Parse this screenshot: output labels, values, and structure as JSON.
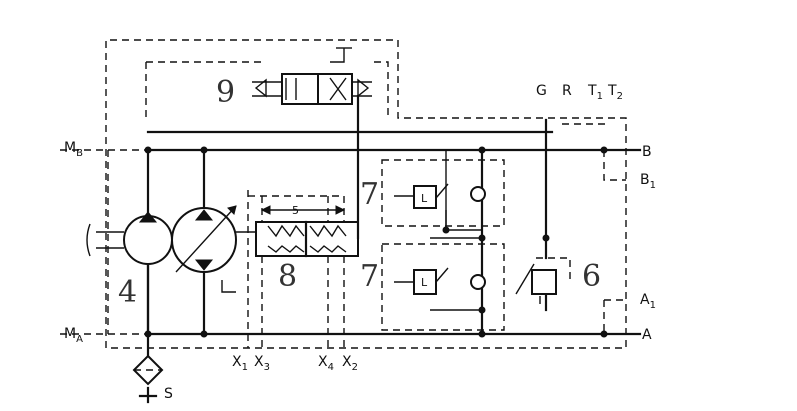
{
  "ports": {
    "mb": {
      "main": "M",
      "sub": "B"
    },
    "ma": {
      "main": "M",
      "sub": "A"
    },
    "b": {
      "main": "B"
    },
    "b1": {
      "main": "B",
      "sub": "1"
    },
    "a1": {
      "main": "A",
      "sub": "1"
    },
    "a": {
      "main": "A"
    },
    "s": {
      "main": "S"
    },
    "g": {
      "main": "G"
    },
    "r": {
      "main": "R"
    },
    "t1": {
      "main": "T",
      "sub": "1"
    },
    "t2": {
      "main": "T",
      "sub": "2"
    },
    "x1": {
      "main": "X",
      "sub": "1"
    },
    "x3": {
      "main": "X",
      "sub": "3"
    },
    "x4": {
      "main": "X",
      "sub": "4"
    },
    "x2": {
      "main": "X",
      "sub": "2"
    }
  },
  "components": {
    "n4": "4",
    "n5": "5",
    "n6": "6",
    "n7_top": "7",
    "n7_bottom": "7",
    "n8": "8",
    "n9": "9"
  },
  "valve_letters": {
    "top": "L",
    "bottom": "L"
  }
}
